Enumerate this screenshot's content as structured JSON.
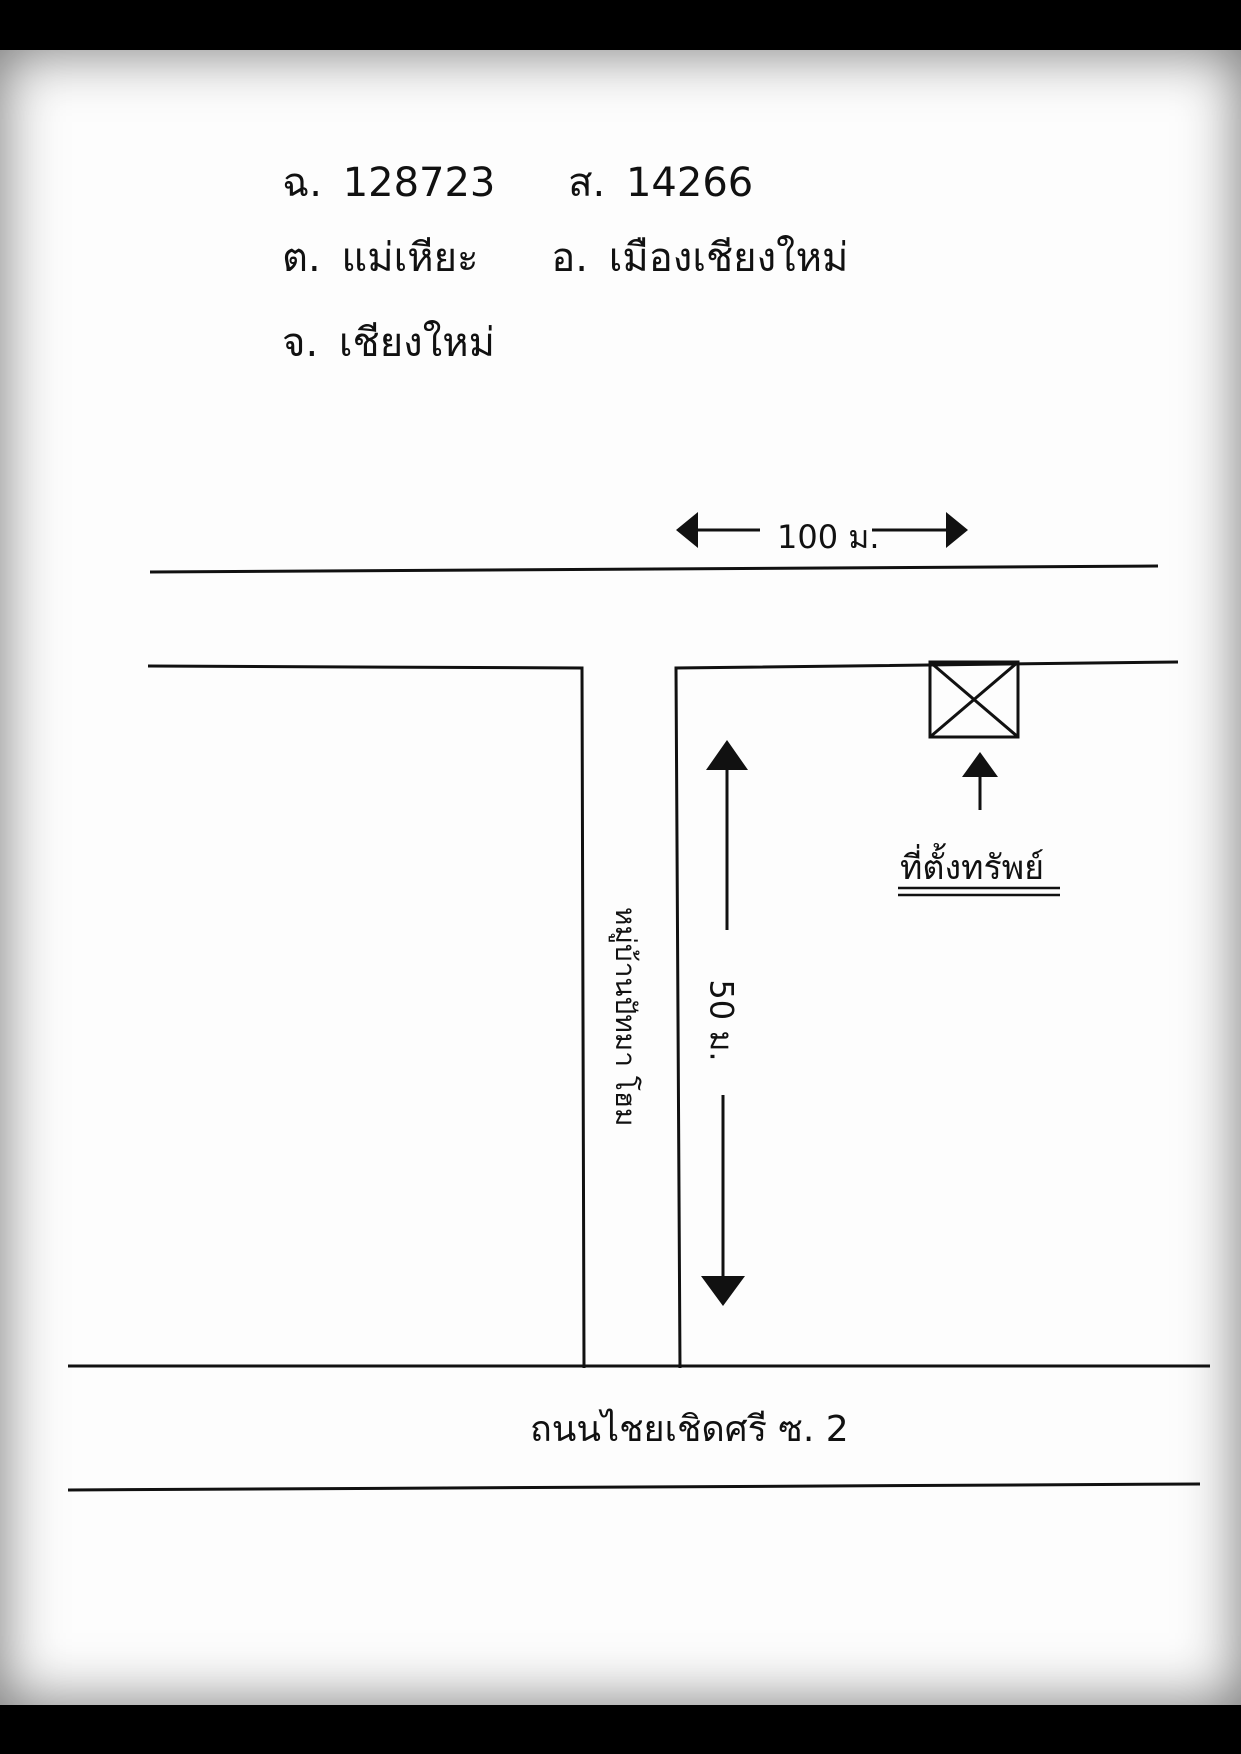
{
  "header": {
    "deed_label": "ฉ.",
    "deed_number": "128723",
    "survey_label": "ส.",
    "survey_number": "14266",
    "subdistrict_label": "ต.",
    "subdistrict": "แม่เหียะ",
    "district_label": "อ.",
    "district": "เมืองเชียงใหม่",
    "province_label": "จ.",
    "province": "เชียงใหม่"
  },
  "map": {
    "distance_top": "100 ม.",
    "distance_side": "50 ม.",
    "lane_name": "หมู่บ้านปัทมา โฮม",
    "location_label": "ที่ตั้งทรัพย์",
    "main_road": "ถนนไชยเชิดศรี ซ. 2"
  }
}
